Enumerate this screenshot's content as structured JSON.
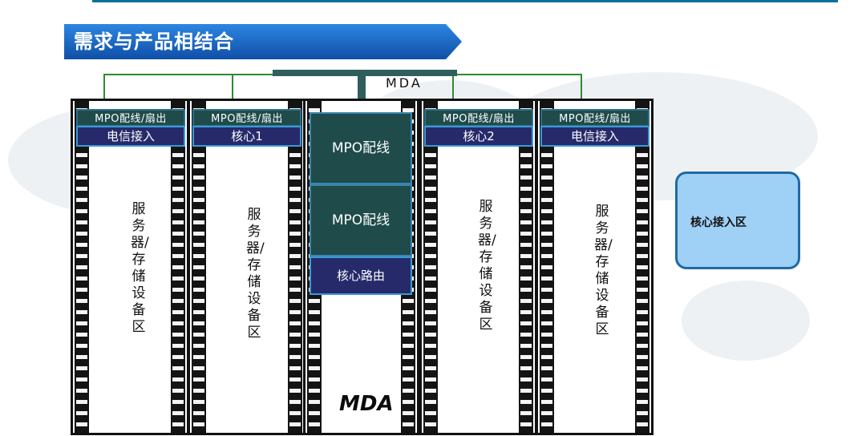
{
  "title": "需求与产品相结合",
  "top_label": "MDA",
  "bottom_label": "MDA",
  "racks": [
    {
      "patch": "MPO配线/扇出",
      "zone": "电信接入",
      "area": "服务器/存储设备区"
    },
    {
      "patch": "MPO配线/扇出",
      "zone": "核心1",
      "area": "服务器/存储设备区"
    },
    {
      "patch": "MPO配线/扇出",
      "zone": "核心2",
      "area": "服务器/存储设备区"
    },
    {
      "patch": "MPO配线/扇出",
      "zone": "电信接入",
      "area": "服务器/存储设备区"
    }
  ],
  "mda": {
    "block1": "MPO配线",
    "block2": "MPO配线",
    "router": "核心路由"
  },
  "core_access": "核心接入区",
  "colors": {
    "banner": "#1565c0",
    "patch_fill": "#1f4b4a",
    "zone_fill": "#262a6a",
    "wire": "#2e8b2e",
    "core_access_fill": "#9fd0f5"
  }
}
